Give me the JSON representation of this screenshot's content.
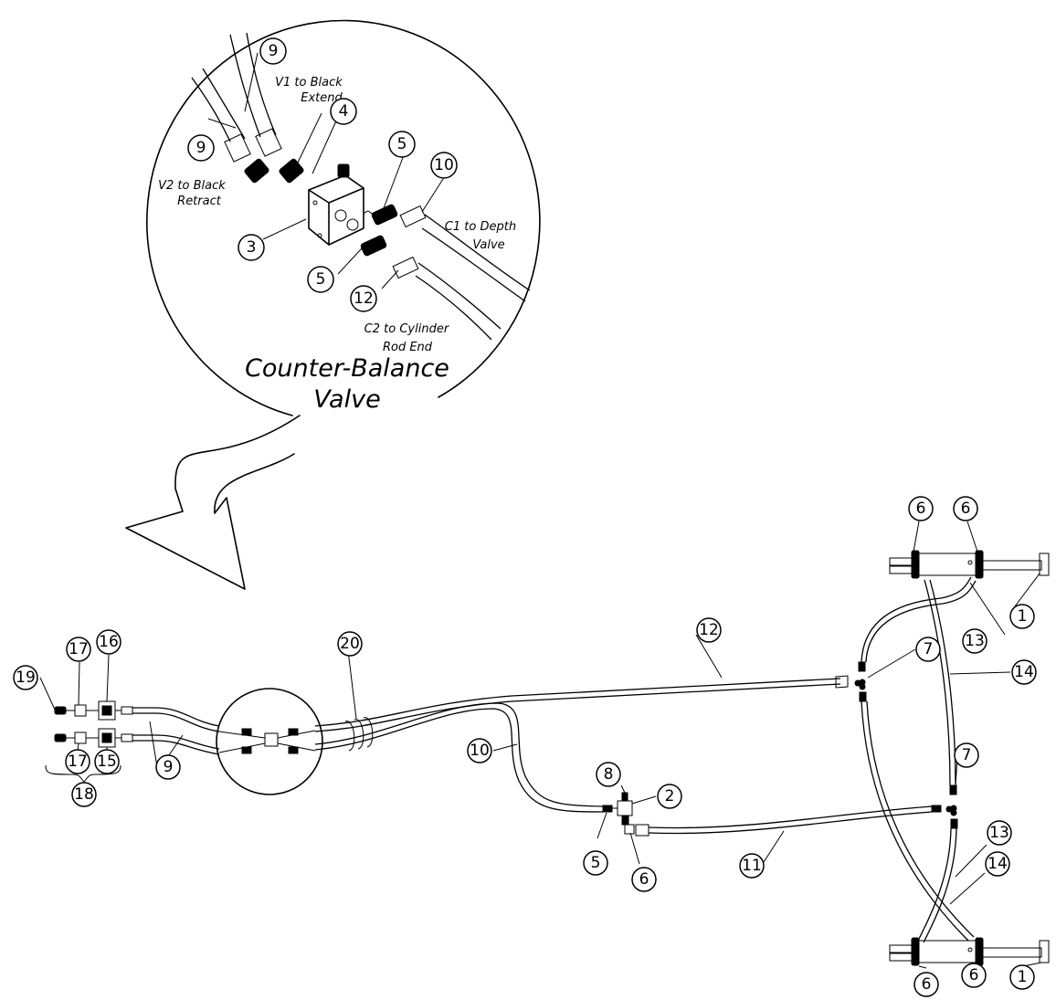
{
  "detail": {
    "title_line1": "Counter-Balance",
    "title_line2": "Valve",
    "notes": [
      {
        "id": "v1",
        "lines": [
          "V1 to Black",
          "Extend"
        ]
      },
      {
        "id": "v2",
        "lines": [
          "V2 to Black",
          "Retract"
        ]
      },
      {
        "id": "c1",
        "lines": [
          "C1 to Depth",
          "Valve"
        ]
      },
      {
        "id": "c2",
        "lines": [
          "C2 to Cylinder",
          "Rod End"
        ]
      }
    ],
    "balloons": [
      "9",
      "9",
      "4",
      "5",
      "10",
      "3",
      "5",
      "12"
    ]
  },
  "main": {
    "balloons": [
      "6",
      "6",
      "1",
      "13",
      "7",
      "14",
      "12",
      "20",
      "16",
      "17",
      "19",
      "17",
      "15",
      "9",
      "18",
      "10",
      "8",
      "2",
      "5",
      "6",
      "11",
      "7",
      "13",
      "14",
      "6",
      "6",
      "1"
    ]
  }
}
